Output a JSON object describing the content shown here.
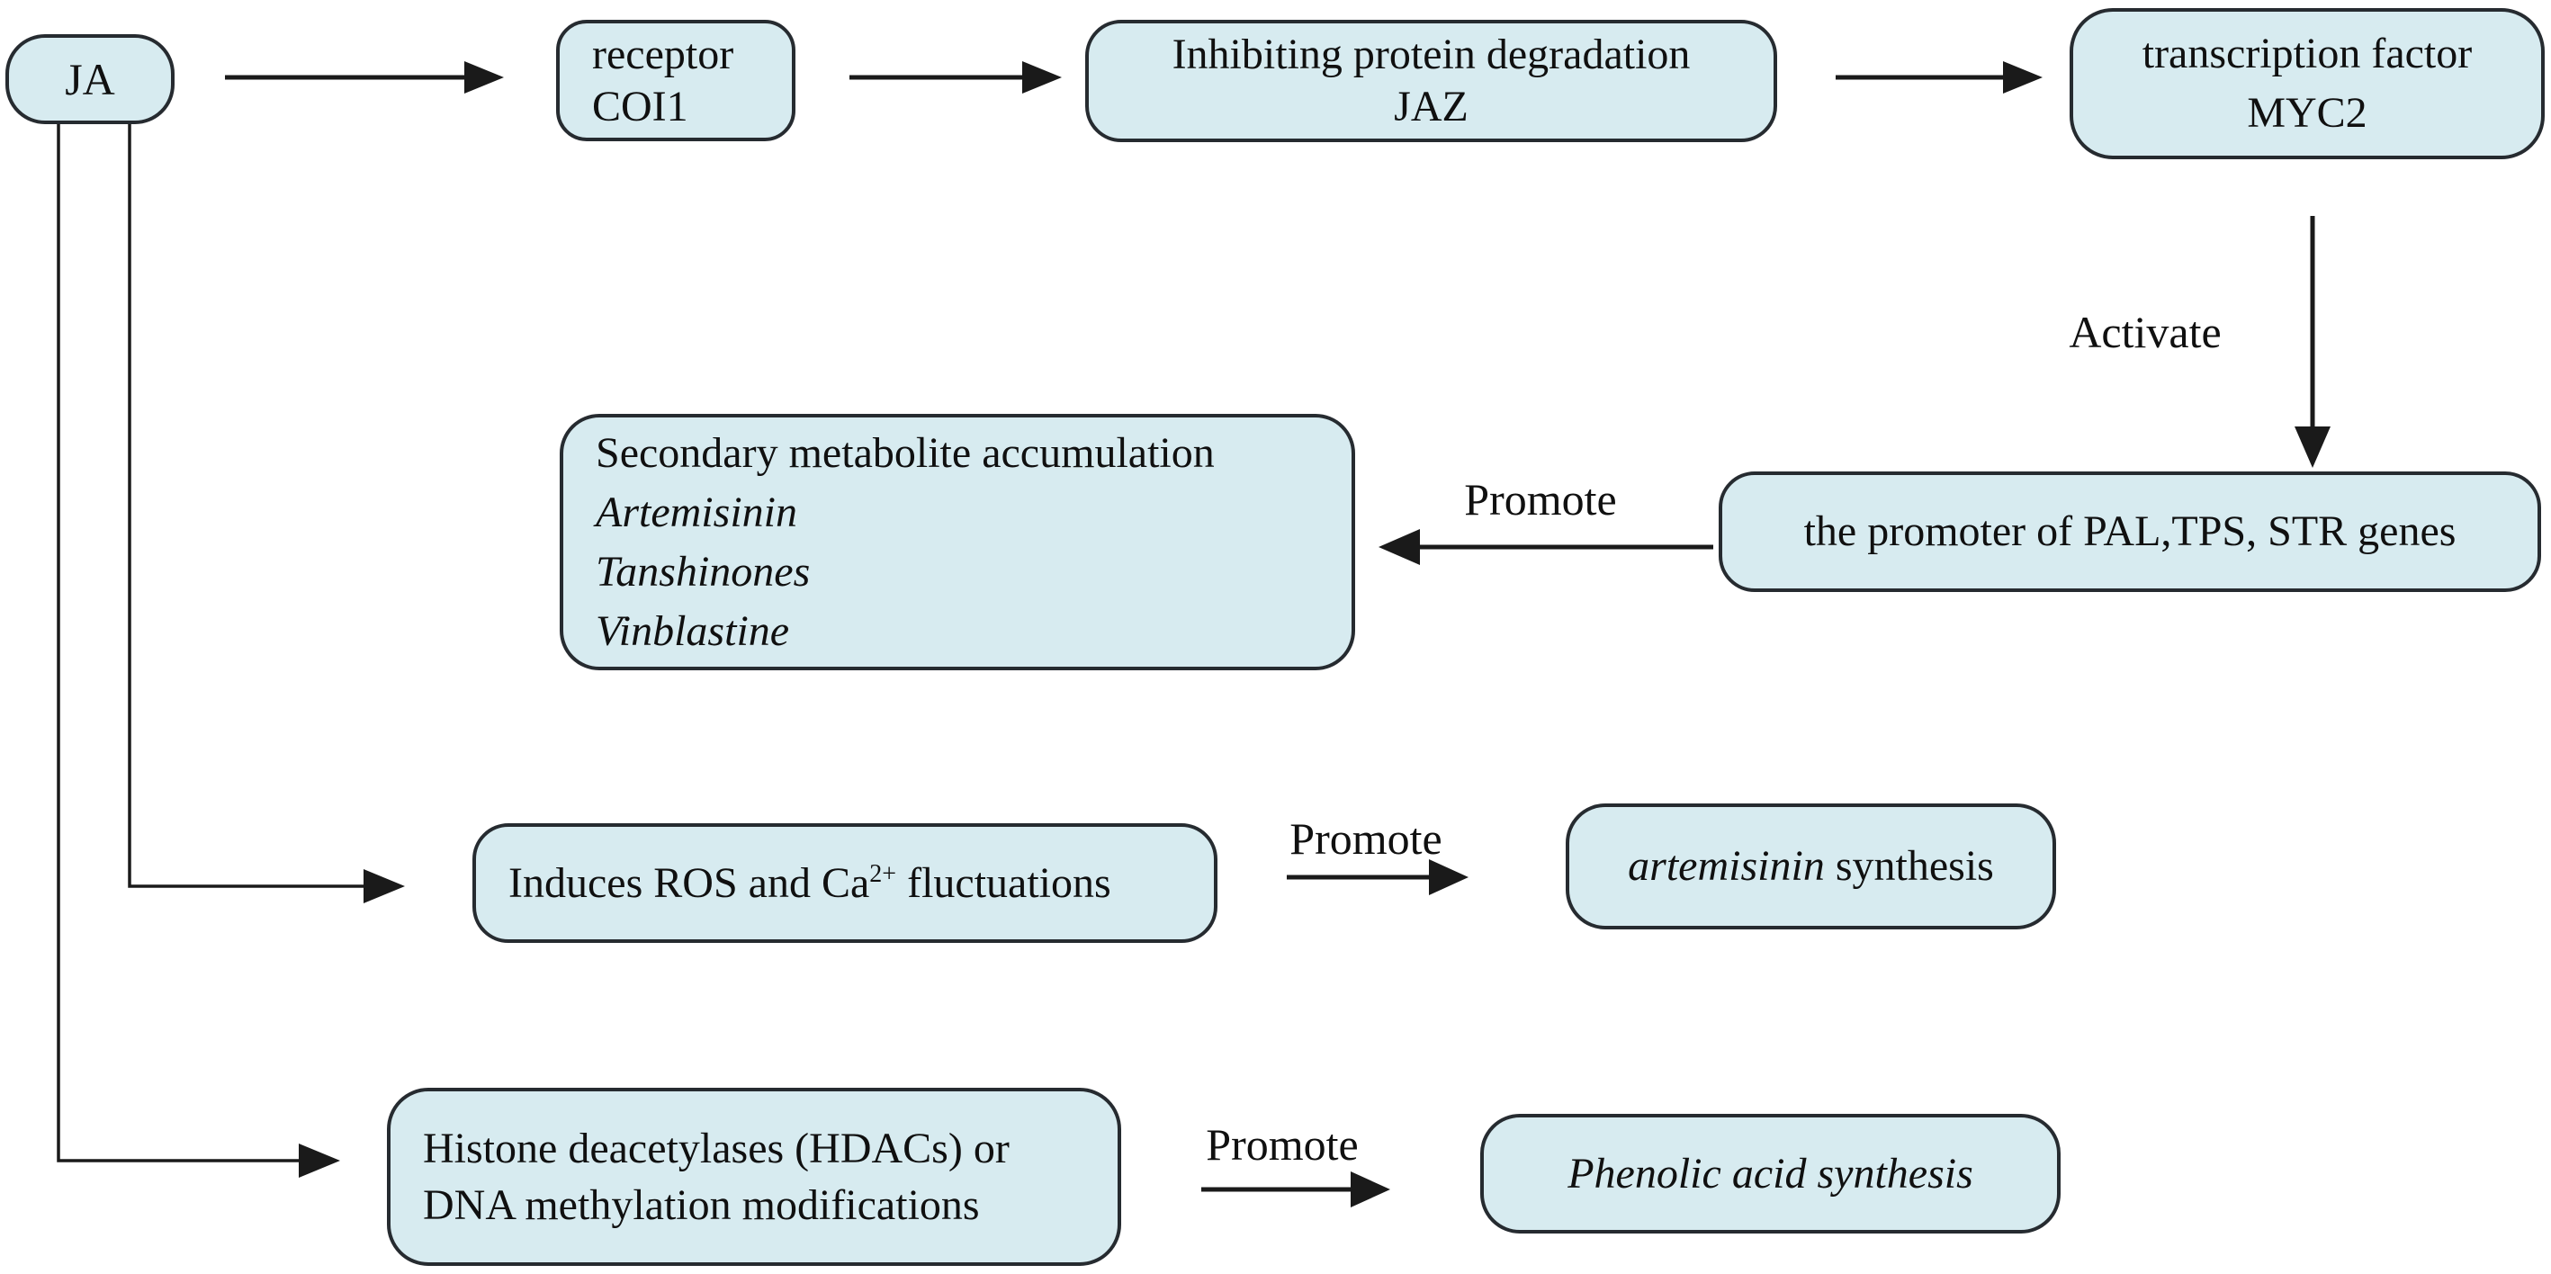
{
  "diagram": {
    "nodes": {
      "ja": {
        "label": "JA"
      },
      "receptor": {
        "line1": "receptor",
        "line2": "COI1"
      },
      "jaz": {
        "line1": "Inhibiting protein degradation",
        "line2": "JAZ"
      },
      "myc2": {
        "line1": "transcription factor",
        "line2": "MYC2"
      },
      "promoter": {
        "label": "the promoter of PAL,TPS, STR genes"
      },
      "secondary": {
        "title": "Secondary metabolite accumulation",
        "items": [
          "Artemisinin",
          "Tanshinones",
          "Vinblastine"
        ]
      },
      "ros": {
        "prefix": "Induces ROS and Ca",
        "sup": "2+",
        "suffix": " fluctuations"
      },
      "artemisinin_synthesis": {
        "italic": "artemisinin",
        "regular": " synthesis"
      },
      "histone": {
        "line1": "Histone deacetylases (HDACs) or",
        "line2": "DNA methylation modifications"
      },
      "phenolic": {
        "label": "Phenolic acid synthesis"
      }
    },
    "labels": {
      "activate": "Activate",
      "promote1": "Promote",
      "promote2": "Promote",
      "promote3": "Promote"
    },
    "colors": {
      "box_fill": "#d7ebf0",
      "box_border": "#262b30",
      "arrow": "#1a1a1a",
      "text": "#101010",
      "background": "#ffffff"
    }
  }
}
